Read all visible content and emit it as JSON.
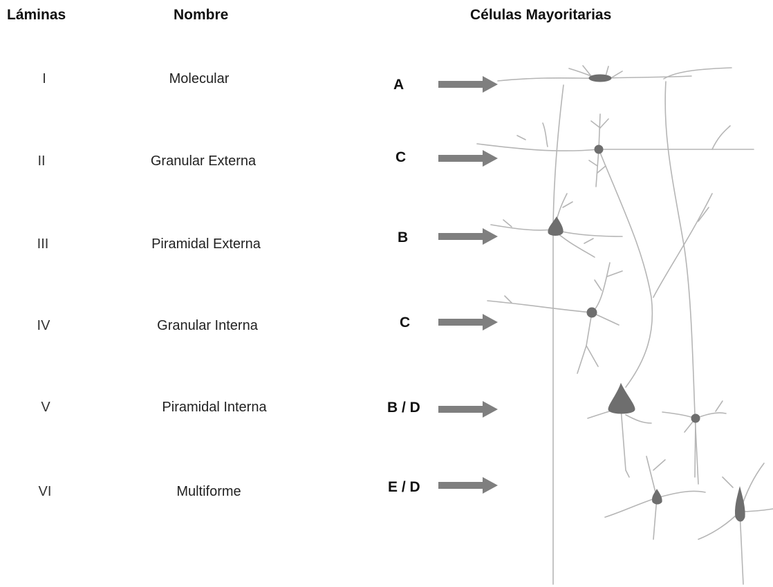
{
  "headers": {
    "laminas": "Láminas",
    "nombre": "Nombre",
    "celulas": "Células Mayoritarias"
  },
  "rows": [
    {
      "numeral": "I",
      "name": "Molecular",
      "cell": "A"
    },
    {
      "numeral": "II",
      "name": "Granular Externa",
      "cell": "C"
    },
    {
      "numeral": "III",
      "name": "Piramidal Externa",
      "cell": "B"
    },
    {
      "numeral": "IV",
      "name": "Granular Interna",
      "cell": "C"
    },
    {
      "numeral": "V",
      "name": "Piramidal Interna",
      "cell": "B / D"
    },
    {
      "numeral": "VI",
      "name": "Multiforme",
      "cell": "E / D"
    }
  ],
  "colors": {
    "arrow": "#7f7f7f",
    "neuron_body": "#6e6e6e",
    "neuron_line": "#b5b5b5"
  },
  "icons": {
    "arrow": "right-arrow-icon",
    "illustration": "cortical-neurons-illustration"
  }
}
